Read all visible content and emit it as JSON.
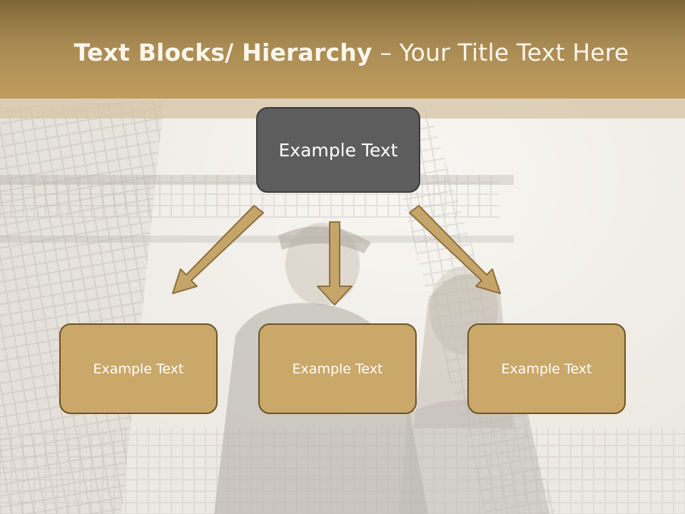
{
  "title": {
    "bold": "Text Blocks/ Hierarchy",
    "rest": " – Your Title Text Here"
  },
  "hierarchy": {
    "top": "Example Text",
    "children": [
      "Example Text",
      "Example Text",
      "Example Text"
    ]
  },
  "colors": {
    "title_bar": "#a88a52",
    "top_box": "#5d5d5d",
    "child_box": "#c9a86a",
    "arrow_fill": "#c6a56a",
    "arrow_stroke": "#8d6f3a"
  },
  "background": {
    "description_icon": "eiffel-tower-couple-photo"
  }
}
